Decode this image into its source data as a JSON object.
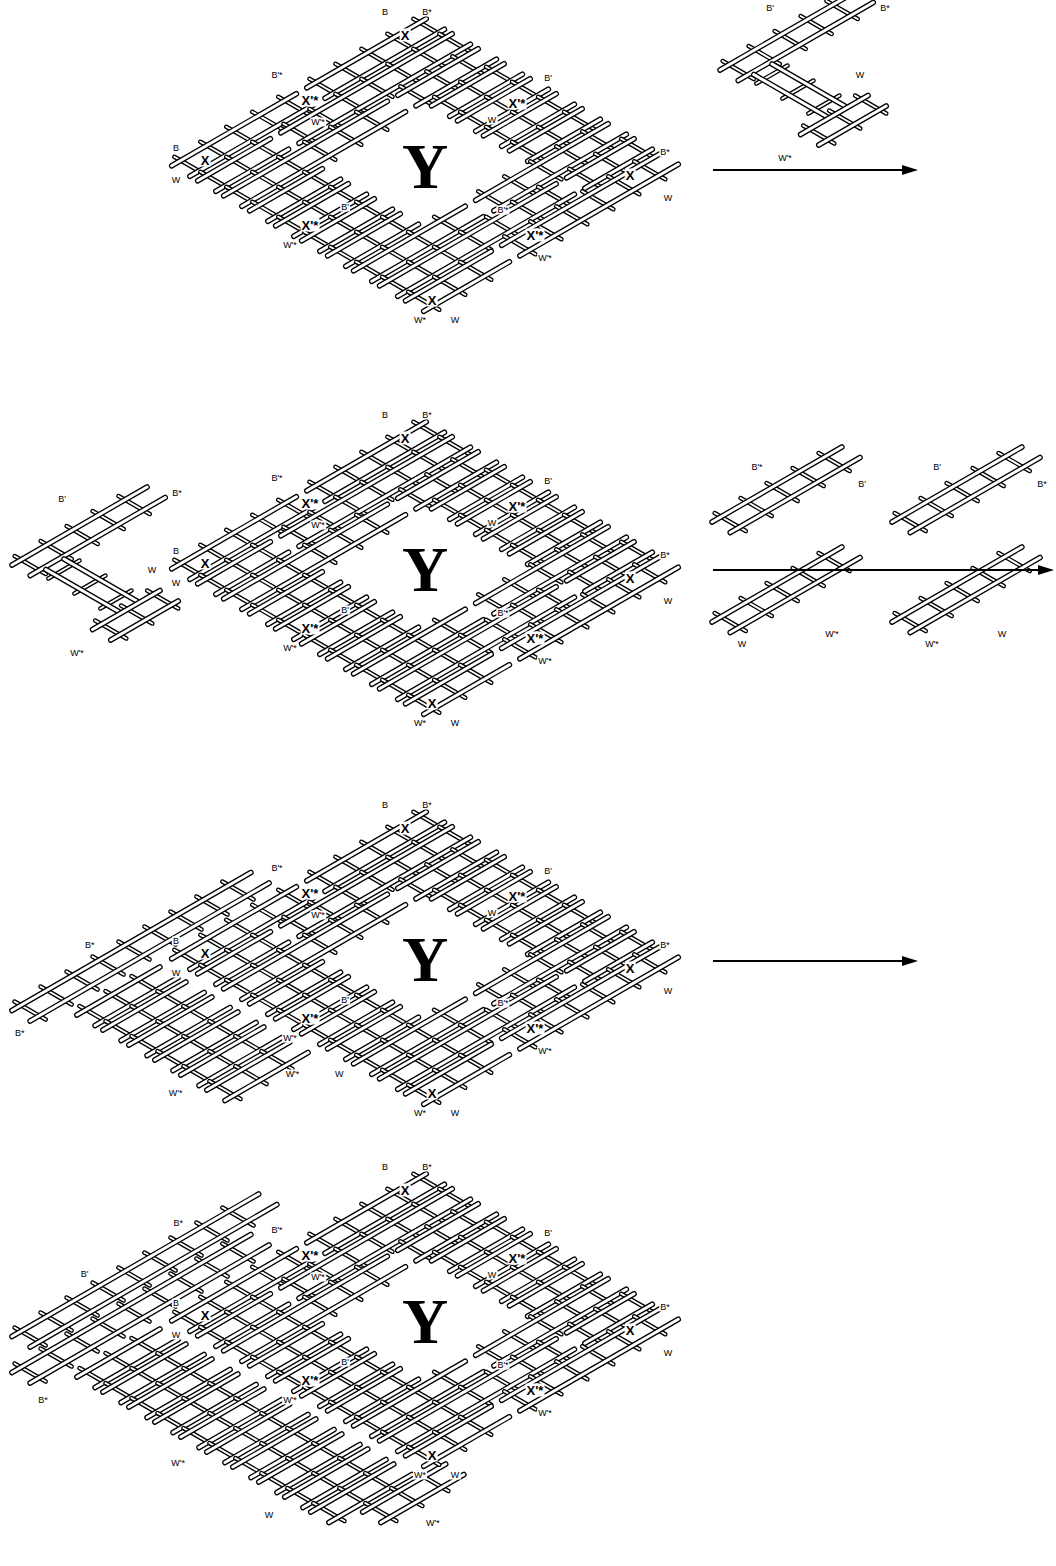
{
  "diagram": {
    "labels": [
      "B",
      "B*",
      "X",
      "B'*",
      "X'*",
      "W'*",
      "B'",
      "X'*",
      "W",
      "B",
      "X",
      "W",
      "Y",
      "B*",
      "X",
      "W",
      "B'",
      "X'*",
      "W'*",
      "B'*",
      "X'*",
      "W'*",
      "X",
      "W*",
      "W",
      "B'",
      "B*",
      "W",
      "W'*",
      "B'",
      "B*",
      "W",
      "W'*",
      "B",
      "B*",
      "X",
      "B'*",
      "X'*",
      "W'*",
      "B'",
      "X'*",
      "W",
      "B",
      "X",
      "W",
      "Y",
      "B*",
      "X",
      "W",
      "B'",
      "X'*",
      "W'*",
      "B'*",
      "X'*",
      "W'*",
      "X",
      "W*",
      "W",
      "B'*",
      "B'",
      "B'",
      "B*",
      "W'*",
      "W",
      "W",
      "W'*",
      "B*",
      "B*",
      "W'*",
      "W'*",
      "W",
      "B",
      "B*",
      "X",
      "B'*",
      "X'*",
      "W'*",
      "B'",
      "X'*",
      "W",
      "B",
      "X",
      "W",
      "Y",
      "B*",
      "X",
      "W",
      "B'",
      "X'*",
      "W'*",
      "B'*",
      "X'*",
      "W'*",
      "X",
      "W*",
      "W",
      "B'",
      "B*",
      "B*",
      "W'*",
      "W",
      "W'*",
      "B",
      "B*",
      "X",
      "B'*",
      "X'*",
      "W'*",
      "B'",
      "X'*",
      "W",
      "B",
      "X",
      "W",
      "Y",
      "B*",
      "X",
      "W",
      "B'",
      "X'*",
      "W'*",
      "B'*",
      "X'*",
      "W'*",
      "X",
      "W*",
      "W"
    ]
  }
}
